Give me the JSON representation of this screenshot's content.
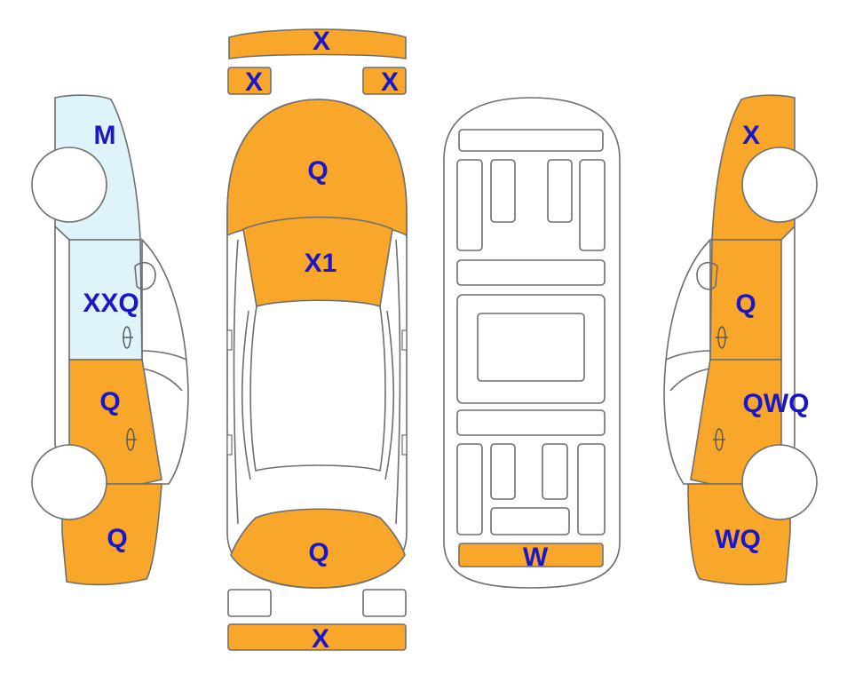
{
  "colors": {
    "damaged": "#f9a72b",
    "light": "#dff3fb",
    "outline": "#6e6e6e",
    "label": "#1a17c9",
    "wheel": "#ffffff"
  },
  "labels": {
    "front_bumper": "X",
    "front_left_light": "X",
    "front_right_light": "X",
    "hood": "Q",
    "windshield": "X1",
    "trunk": "Q",
    "rear_bumper": "X",
    "underbody_rear": "W",
    "left_front_fender": "M",
    "left_front_door": "XXQ",
    "left_rear_door": "Q",
    "left_rear_quarter": "Q",
    "right_front_fender": "X",
    "right_front_door": "Q",
    "right_rear_door": "QWQ",
    "right_rear_quarter": "WQ"
  },
  "panel_state": {
    "front_bumper": "damaged",
    "front_left_light": "damaged",
    "front_right_light": "damaged",
    "hood": "damaged",
    "windshield": "damaged",
    "trunk": "damaged",
    "rear_bumper": "damaged",
    "rear_left_light": "none",
    "rear_right_light": "none",
    "underbody_rear": "damaged",
    "left_front_fender": "light",
    "left_front_door": "light",
    "left_rear_door": "damaged",
    "left_rear_quarter": "damaged",
    "right_front_fender": "damaged",
    "right_front_door": "damaged",
    "right_rear_door": "damaged",
    "right_rear_quarter": "damaged"
  }
}
